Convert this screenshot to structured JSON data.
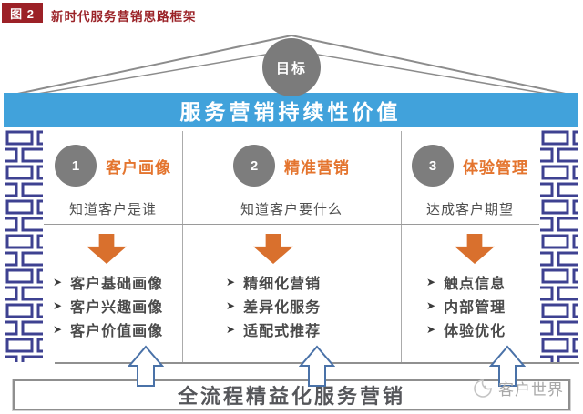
{
  "figure": {
    "tag": "图 2",
    "title": "新时代服务营销思路框架"
  },
  "goal": {
    "label": "目标"
  },
  "top_banner": {
    "label": "服务营销持续性价值"
  },
  "columns": [
    {
      "number": "1",
      "title": "客户画像",
      "subtitle": "知道客户是谁",
      "items": [
        "客户基础画像",
        "客户兴趣画像",
        "客户价值画像"
      ]
    },
    {
      "number": "2",
      "title": "精准营销",
      "subtitle": "知道客户要什么",
      "items": [
        "精细化营销",
        "差异化服务",
        "适配式推荐"
      ]
    },
    {
      "number": "3",
      "title": "体验管理",
      "subtitle": "达成客户期望",
      "items": [
        "触点信息",
        "内部管理",
        "体验优化"
      ]
    }
  ],
  "bottom_banner": {
    "label": "全流程精益化服务营销"
  },
  "watermark": {
    "text": "客户世界"
  },
  "bullet": "➤",
  "colors": {
    "figure_red": "#9C2127",
    "banner_blue": "#41A2DB",
    "accent_orange": "#DD712E",
    "circle_gray": "#7D7D7D",
    "brick_navy": "#3E4191",
    "body_text_gray": "#4A4A4A",
    "up_arrow_outline": "#4A72A8"
  }
}
